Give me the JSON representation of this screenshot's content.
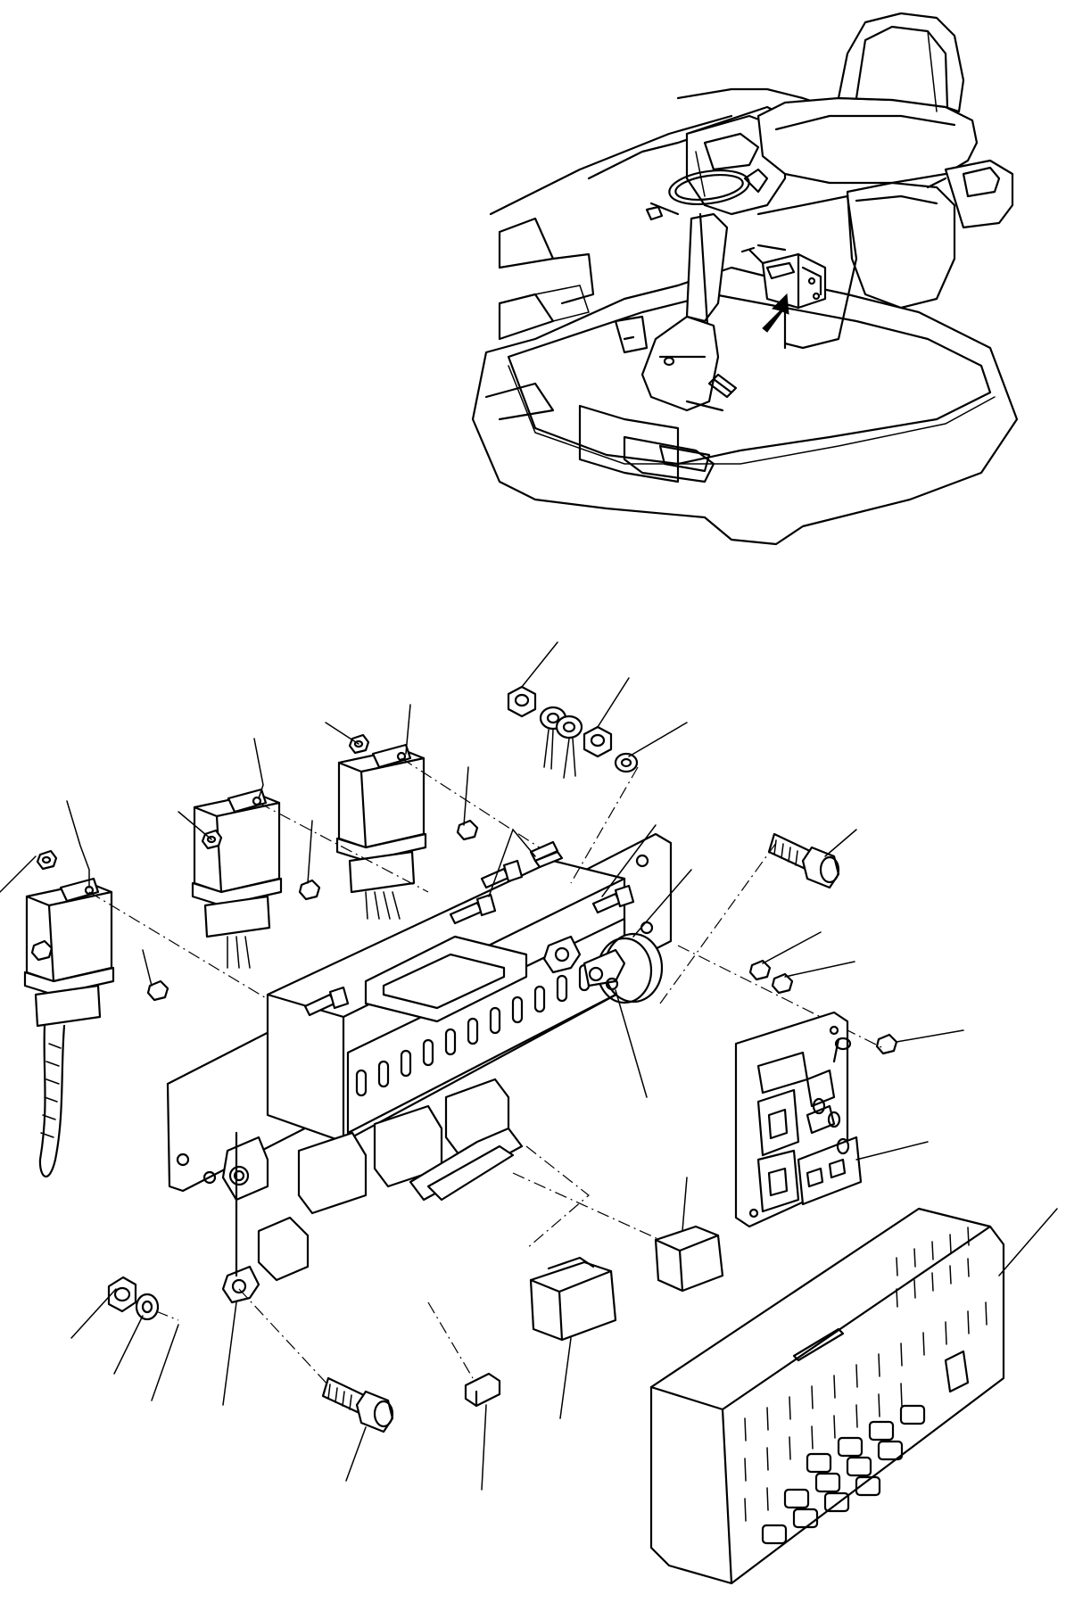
{
  "figure": {
    "kind": "exploded parts diagram",
    "colors": {
      "ink": "#000000",
      "paper": "#ffffff"
    },
    "views": [
      "cab-location-view",
      "exploded-fuse-relay-box"
    ],
    "callout_count": 26
  }
}
